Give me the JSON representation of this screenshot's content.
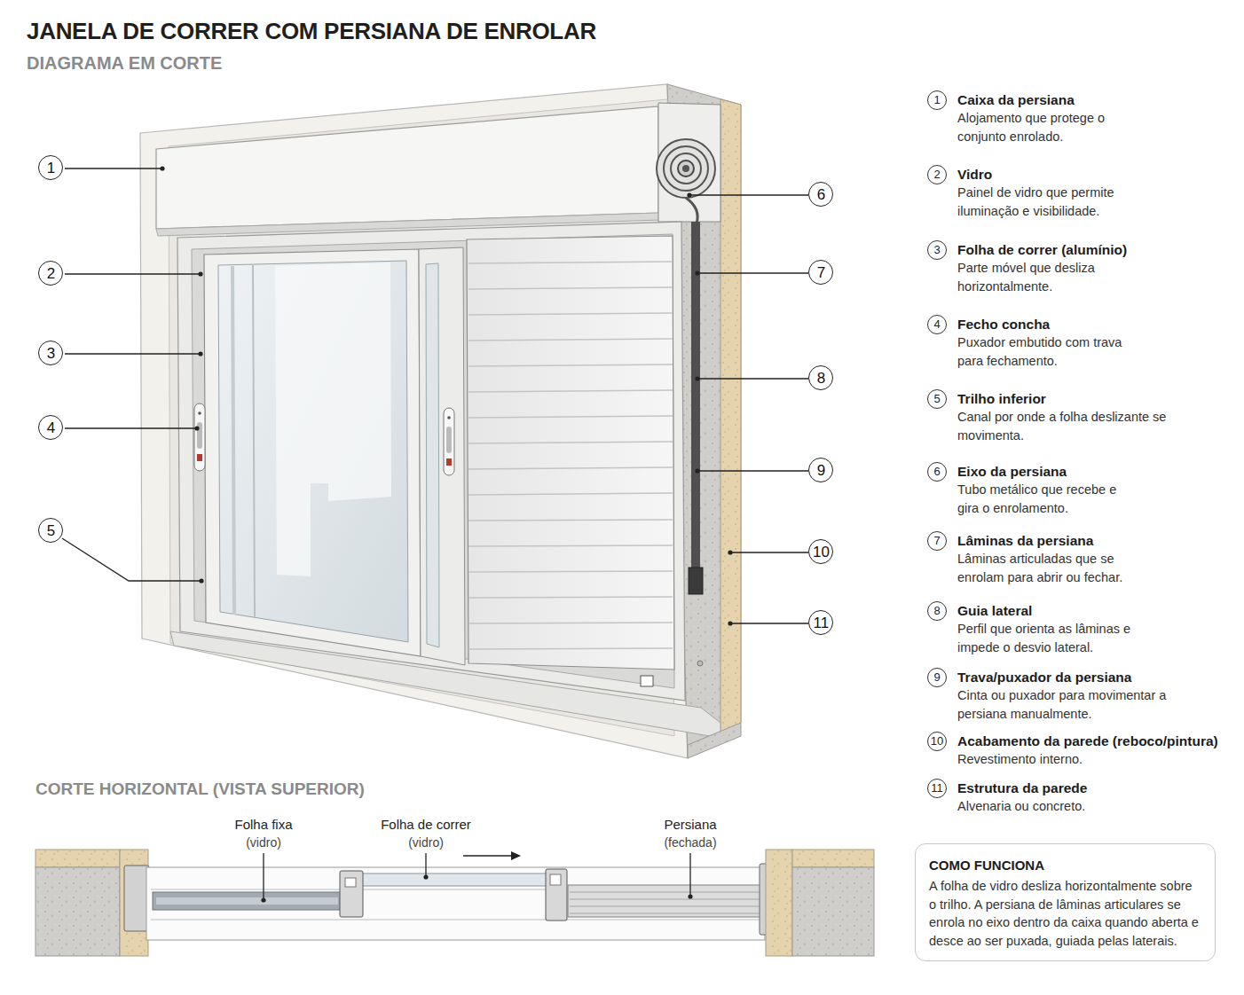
{
  "diagram": {
    "title": "JANELA DE CORRER COM PERSIANA DE ENROLAR",
    "nodes": [
      {
        "text": [
          "1"
        ]
      },
      {
        "text": [
          "2"
        ]
      },
      {
        "text": [
          "3"
        ]
      },
      {
        "text": [
          "4"
        ]
      },
      {
        "text": [
          "5"
        ]
      },
      {
        "text": [
          "6"
        ]
      },
      {
        "text": [
          "7"
        ]
      },
      {
        "text": [
          "8"
        ]
      },
      {
        "text": [
          "9"
        ]
      },
      {
        "text": [
          "10"
        ]
      },
      {
        "text": [
          "11"
        ]
      },
      {
        "text": [
          "1",
          "Caixa da persiana",
          "Alojamento que protege o conjunto enrolado."
        ]
      },
      {
        "text": [
          "2",
          "Vidro",
          "Painel de vidro que permite iluminação e visibilidade."
        ]
      },
      {
        "text": [
          "3",
          "Folha de correr (alumínio)",
          "Parte móvel que desliza horizontalmente."
        ]
      },
      {
        "text": [
          "4",
          "Fecho concha",
          "Puxador embutido com trava para fechamento."
        ]
      },
      {
        "text": [
          "5",
          "Trilho inferior",
          "Canal por onde a folha deslizante se movimenta."
        ]
      },
      {
        "text": [
          "6",
          "Eixo da persiana",
          "Tubo metálico que recebe e gira o enrolamento."
        ]
      },
      {
        "text": [
          "7",
          "Lâminas da persiana",
          "Lâminas articuladas que se enrolam para abrir ou fechar."
        ]
      },
      {
        "text": [
          "8",
          "Guia lateral",
          "Perfil que orienta as lâminas e impede o desvio lateral."
        ]
      },
      {
        "text": [
          "9",
          "Trava/puxador da persiana",
          "Cinta ou puxador para movimentar a persiana manualmente."
        ]
      },
      {
        "text": [
          "10",
          "Acabamento da parede (reboco/pintura)",
          "Revestimento interno."
        ]
      },
      {
        "text": [
          "11",
          "Estrutura da parede",
          "Alvenaria ou concreto."
        ]
      },
      {
        "text": [
          "COMO FUNCIONA",
          "A folha de vidro desliza horizontalmente sobre o trilho. A persiana de lâminas articulares se enrola no eixo dentro da caixa quando aberta e desce ao ser puxada, guiada pelas laterais."
        ]
      }
    ],
    "labels": [
      "DIAGRAMA EM CORTE",
      "CORTE HORIZONTAL (VISTA SUPERIOR)",
      "Folha fixa",
      "(vidro)",
      "Folha de correr",
      "(vidro)",
      "Persiana",
      "(fechada)"
    ]
  }
}
